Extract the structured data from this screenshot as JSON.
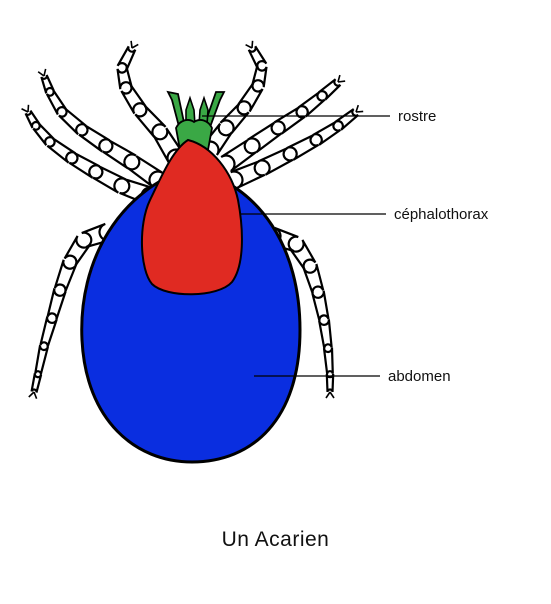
{
  "labels": {
    "rostrum": "rostre",
    "cephalothorax": "céphalothorax",
    "abdomen": "abdomen"
  },
  "caption": "Un Acarien",
  "colors": {
    "abdomen": "#0a2ee0",
    "cephalothorax": "#e02a22",
    "rostrum": "#3aa845",
    "legs": "#ffffff",
    "outline": "#000000"
  }
}
